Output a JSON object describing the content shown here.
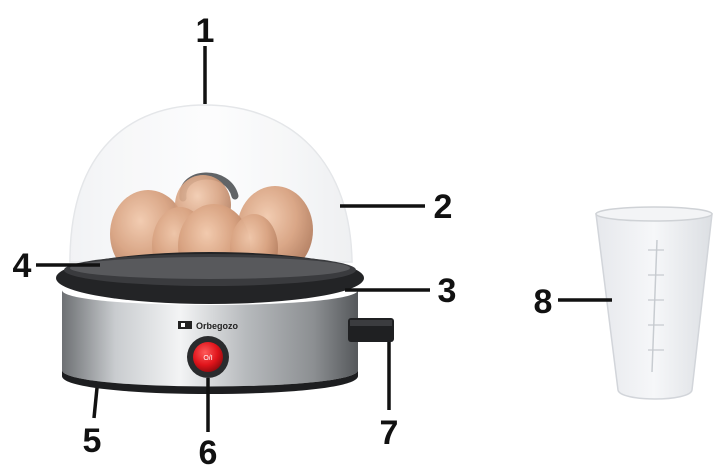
{
  "brand": "Orbegozo",
  "switch_label": "O/I",
  "callouts": [
    {
      "number": "1",
      "part": "lid"
    },
    {
      "number": "2",
      "part": "lid"
    },
    {
      "number": "3",
      "part": "egg-tray"
    },
    {
      "number": "4",
      "part": "heating-plate"
    },
    {
      "number": "5",
      "part": "base"
    },
    {
      "number": "6",
      "part": "power-switch"
    },
    {
      "number": "7",
      "part": "cord-outlet"
    },
    {
      "number": "8",
      "part": "measuring-cup"
    }
  ],
  "colors": {
    "switch": "#e0141b",
    "egg": "#c98a63",
    "steel": "#b9bcbf"
  }
}
